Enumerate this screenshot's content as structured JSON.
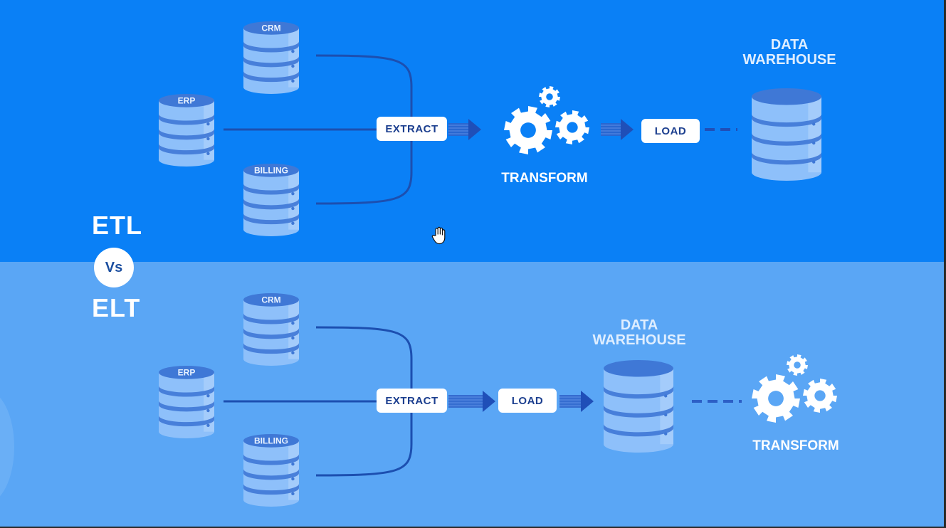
{
  "etl": {
    "sources": [
      "CRM",
      "ERP",
      "BILLING"
    ],
    "extract": "EXTRACT",
    "transform": "TRANSFORM",
    "load": "LOAD",
    "warehouse": [
      "DATA",
      "WAREHOUSE"
    ]
  },
  "elt": {
    "sources": [
      "CRM",
      "ERP",
      "BILLING"
    ],
    "extract": "EXTRACT",
    "load": "LOAD",
    "warehouse": [
      "DATA",
      "WAREHOUSE"
    ],
    "transform": "TRANSFORM"
  },
  "comparison": {
    "top": "ETL",
    "vs": "Vs",
    "bottom": "ELT"
  },
  "colors": {
    "top_band": "#0a80f6",
    "bottom_band": "#5aa6f5",
    "pill_text": "#1c3f8f",
    "flow_line": "#1c4fb0",
    "cylinder_light": "#8ec0fa",
    "cylinder_dark": "#3f78d6"
  }
}
